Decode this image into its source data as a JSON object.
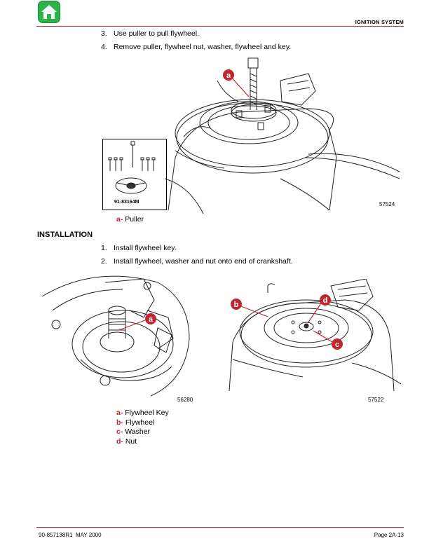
{
  "header": {
    "home_icon": "home-icon",
    "section_title": "IGNITION SYSTEM"
  },
  "removal_steps": [
    {
      "number": "3.",
      "text": "Use puller to pull flywheel."
    },
    {
      "number": "4.",
      "text": "Remove puller, flywheel nut, washer, flywheel and key."
    }
  ],
  "figure_top": {
    "tool_part_number": "91-83164M",
    "figure_number": "57524",
    "callout": "a",
    "legend": [
      {
        "key": "a",
        "sep": "-",
        "label": "Puller"
      }
    ]
  },
  "installation": {
    "heading": "INSTALLATION",
    "steps": [
      {
        "number": "1.",
        "text": "Install flywheel key."
      },
      {
        "number": "2.",
        "text": "Install flywheel, washer and nut onto end of crankshaft."
      }
    ]
  },
  "figure_bottom_left": {
    "figure_number": "56280",
    "callout": "a"
  },
  "figure_bottom_right": {
    "figure_number": "57522",
    "callouts": [
      "b",
      "d",
      "c"
    ]
  },
  "legend_bottom": [
    {
      "key": "a",
      "sep": "-",
      "label": "Flywheel Key"
    },
    {
      "key": "b",
      "sep": "-",
      "label": "Flywheel"
    },
    {
      "key": "c",
      "sep": "-",
      "label": "Washer"
    },
    {
      "key": "d",
      "sep": "-",
      "label": "Nut"
    }
  ],
  "footer": {
    "doc_number": "90-857138R1",
    "date": "MAY 2000",
    "page": "Page 2A-13"
  },
  "colors": {
    "accent_red": "#c0262d",
    "home_green": "#2cb34a"
  }
}
